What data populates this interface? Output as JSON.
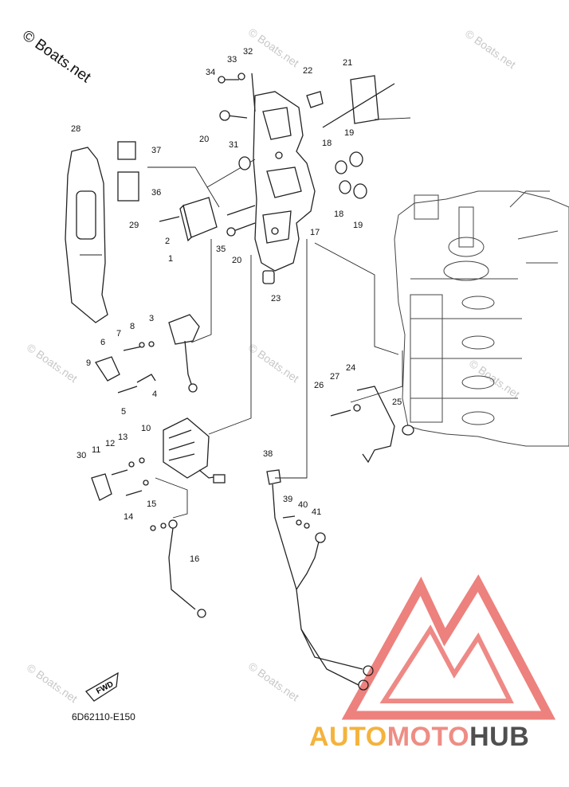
{
  "copyright": "© Boats.net",
  "watermark_text": "© Boats.net",
  "part_code": "6D62110-E150",
  "fwd_label": "FWD",
  "brand": {
    "part1": "AUTO",
    "part2": "MOTO",
    "part3": "HUB",
    "colors": {
      "auto": "#f4b33c",
      "moto": "#ee8d84",
      "hub": "#4f4f4f"
    }
  },
  "callouts": [
    "1",
    "2",
    "3",
    "4",
    "5",
    "6",
    "7",
    "8",
    "9",
    "10",
    "11",
    "12",
    "13",
    "14",
    "15",
    "16",
    "17",
    "18",
    "18",
    "19",
    "19",
    "20",
    "20",
    "21",
    "22",
    "23",
    "24",
    "25",
    "26",
    "27",
    "28",
    "29",
    "30",
    "31",
    "32",
    "33",
    "34",
    "35",
    "36",
    "37",
    "38",
    "39",
    "40",
    "41"
  ]
}
